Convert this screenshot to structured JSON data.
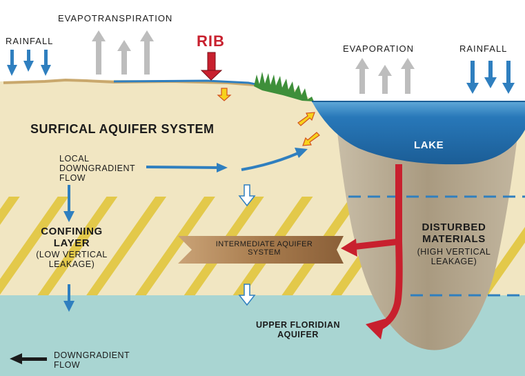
{
  "labels": {
    "evapotranspiration": "EVAPOTRANSPIRATION",
    "rainfall_left": "RAINFALL",
    "rib": "RIB",
    "evaporation": "EVAPORATION",
    "rainfall_right": "RAINFALL",
    "surficial_aquifer": "SURFICAL AQUIFER SYSTEM",
    "lake": "LAKE",
    "local_flow": [
      "LOCAL",
      "DOWNGRADIENT",
      "FLOW"
    ],
    "confining_layer": [
      "CONFINING",
      "LAYER"
    ],
    "confining_sub": [
      "(LOW VERTICAL",
      "LEAKAGE)"
    ],
    "intermediate_aquifer": [
      "INTERMEDIATE AQUIFER",
      "SYSTEM"
    ],
    "disturbed_materials": [
      "DISTURBED",
      "MATERIALS"
    ],
    "disturbed_sub": [
      "(HIGH VERTICAL",
      "LEAKAGE)"
    ],
    "upper_floridian": [
      "UPPER FLORIDIAN",
      "AQUIFER"
    ],
    "downgradient_flow": [
      "DOWNGRADIENT",
      "FLOW"
    ]
  },
  "colors": {
    "surficial_layer": "#f1e6c2",
    "confining_stripe": "#e3c94a",
    "floridan_layer": "#a9d5d2",
    "lake_water": "#1f73b6",
    "disturbed_materials": "#b4a68e",
    "red_flow": "#c8202e",
    "blue_arrow": "#2f7fbf",
    "gray_arrow": "#bdbdbd",
    "yellow_arrow": "#f7d21c",
    "grass": "#3e8f3a"
  },
  "icons": [
    "rainfall-arrow-icon",
    "evapotranspiration-arrow-icon",
    "rib-arrow-icon",
    "evaporation-arrow-icon",
    "leakage-hollow-arrow-icon",
    "flow-arrow-icon",
    "downgradient-arrow-icon"
  ]
}
